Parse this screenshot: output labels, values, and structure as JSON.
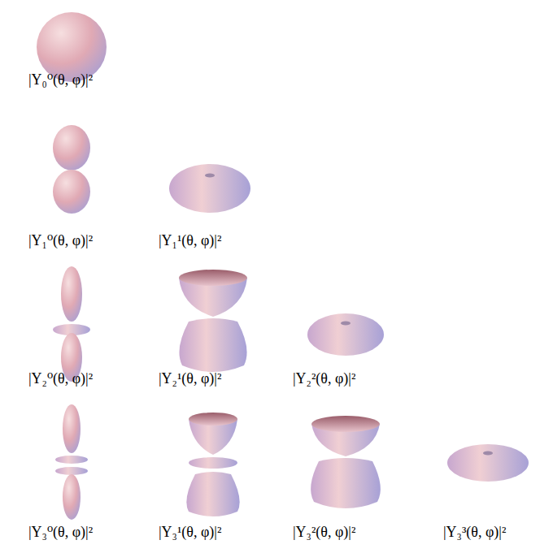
{
  "diagram": {
    "labels": [
      "|Y₀⁰(θ, φ)|²",
      "|Y₁⁰(θ, φ)|²",
      "|Y₁¹(θ, φ)|²",
      "|Y₂⁰(θ, φ)|²",
      "|Y₂¹(θ, φ)|²",
      "|Y₂²(θ, φ)|²",
      "|Y₃⁰(θ, φ)|²",
      "|Y₃¹(θ, φ)|²",
      "|Y₃²(θ, φ)|²",
      "|Y₃³(θ, φ)|²"
    ]
  }
}
